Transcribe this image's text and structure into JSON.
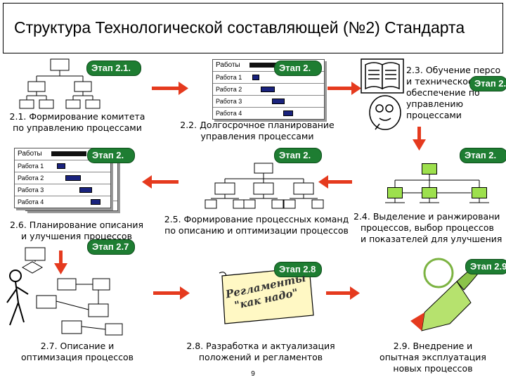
{
  "title": "Структура Технологической составляющей (№2) Стандарта",
  "page_number": "9",
  "stages": {
    "s1": {
      "badge": "Этап 2.1.",
      "caption": [
        "2.1. Формирование комитета",
        "по управлению процессами"
      ]
    },
    "s2": {
      "badge": "Этап 2.",
      "caption": [
        "2.2. Долгосрочное планирование",
        "управления процессами"
      ],
      "gantt_header": "Работы",
      "rows": [
        "Работа 1",
        "Работа 2",
        "Работа 3",
        "Работа 4"
      ]
    },
    "s3": {
      "badge": "Этап 2.",
      "caption": [
        "2.3. Обучение персо",
        "и техническое",
        "обеспечение по",
        "управлению",
        "процессами"
      ]
    },
    "s4": {
      "badge": "Этап 2.",
      "caption": [
        "2.4. Выделение и ранжировани",
        "процессов, выбор процессов",
        "и показателей для улучшения"
      ]
    },
    "s5": {
      "badge": "Этап 2.",
      "caption": [
        "2.5. Формирование процессных команд",
        "по описанию и оптимизации процессов"
      ]
    },
    "s6": {
      "badge": "Этап 2.",
      "caption": [
        "2.6. Планирование описания",
        "и улучшения процессов"
      ],
      "gantt_header": "Работы",
      "rows": [
        "Работа 1",
        "Работа 2",
        "Работа 3",
        "Работа 4"
      ],
      "back_row": "Работа 4"
    },
    "s7": {
      "badge": "Этап 2.7",
      "caption": [
        "2.7. Описание и",
        "оптимизация процессов"
      ]
    },
    "s8": {
      "badge": "Этап 2.8",
      "caption": [
        "2.8. Разработка и актуализация",
        "положений и регламентов"
      ],
      "scroll_text": [
        "Регламенты",
        "\"как надо\""
      ]
    },
    "s9": {
      "badge": "Этап 2.9",
      "caption": [
        "2.9. Внедрение и",
        "опытная эксплуатация",
        "новых процессов"
      ]
    }
  },
  "colors": {
    "badge": "#1e7d32",
    "arrow": "#e53a1e",
    "green_box": "#9de04d",
    "gantt_bar": "#1a237e"
  }
}
